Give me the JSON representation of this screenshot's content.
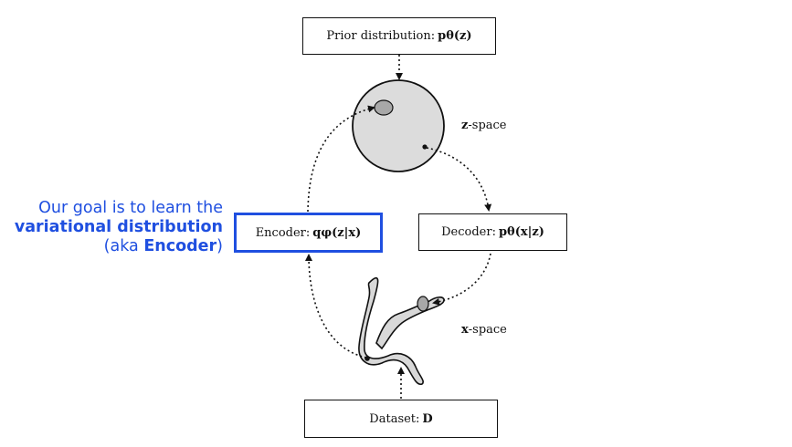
{
  "prior": {
    "label": "Prior distribution: ",
    "formula": "pθ(z)"
  },
  "encoder": {
    "label": "Encoder: ",
    "formula": "qφ(z|x)"
  },
  "decoder": {
    "label": "Decoder: ",
    "formula": "pθ(x|z)"
  },
  "dataset": {
    "label": "Dataset: ",
    "formula": "D"
  },
  "z_space": {
    "bold": "z",
    "rest": "-space"
  },
  "x_space": {
    "bold": "x",
    "rest": "-space"
  },
  "annotation": {
    "line1": "Our goal is to learn the",
    "line2": "variational distribution",
    "line3_pre": "(aka ",
    "line3_strong": "Encoder",
    "line3_post": ")"
  },
  "colors": {
    "accent": "#1f4fe0",
    "sphere": "#dcdcdc",
    "blob": "#a8a8a8"
  }
}
